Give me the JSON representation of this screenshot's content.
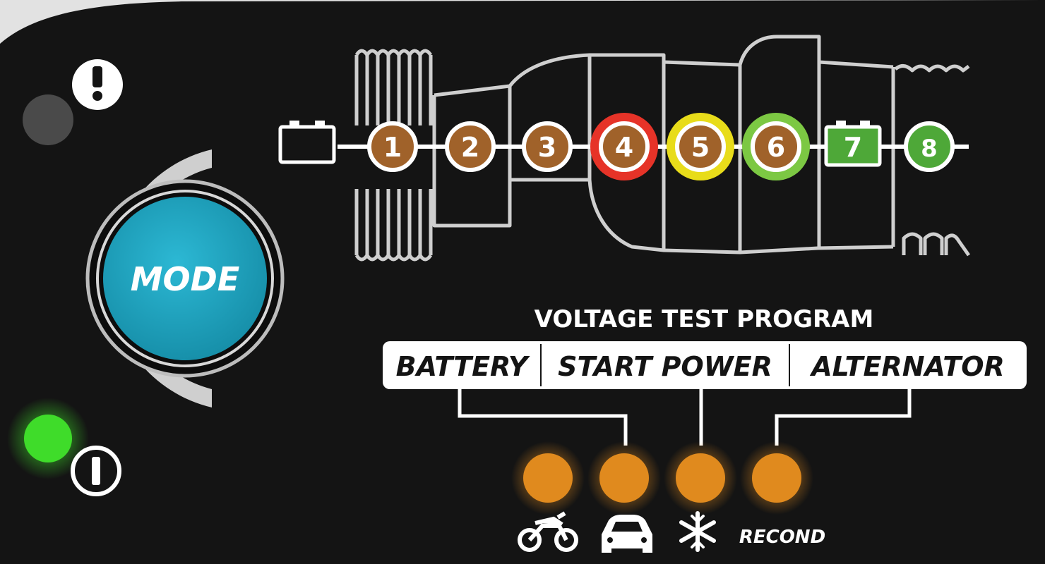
{
  "colors": {
    "panel": "#141414",
    "bezel": "#d8d8d8",
    "outline": "#cfcfcf",
    "mode_button": "#1ea3bf",
    "white": "#ffffff",
    "bronze": "#a0622a",
    "red": "#e63328",
    "yellow": "#e8dc1a",
    "green_ring": "#7cc843",
    "green": "#4ea838",
    "orange": "#e08a1e",
    "power_green": "#3fdc2a",
    "error_led_off": "#4a4a4a"
  },
  "icons": {
    "battery": "battery-icon",
    "error": "exclamation-icon",
    "power": "power-icon",
    "motorcycle": "motorcycle-icon",
    "car": "car-icon",
    "snow": "snowflake-icon"
  },
  "mode_button": {
    "label": "MODE"
  },
  "steps": [
    {
      "label": "1",
      "state": "bronze"
    },
    {
      "label": "2",
      "state": "bronze"
    },
    {
      "label": "3",
      "state": "bronze"
    },
    {
      "label": "4",
      "state": "red"
    },
    {
      "label": "5",
      "state": "yellow"
    },
    {
      "label": "6",
      "state": "green-ring"
    },
    {
      "label": "7",
      "state": "green-square"
    },
    {
      "label": "8",
      "state": "green"
    }
  ],
  "voltage_test": {
    "title": "VOLTAGE TEST PROGRAM",
    "segments": [
      "BATTERY",
      "START POWER",
      "ALTERNATOR"
    ]
  },
  "program_modes": [
    {
      "icon": "motorcycle-icon",
      "label": ""
    },
    {
      "icon": "car-icon",
      "label": ""
    },
    {
      "icon": "snowflake-icon",
      "label": ""
    },
    {
      "icon": "",
      "label": "RECOND"
    }
  ]
}
